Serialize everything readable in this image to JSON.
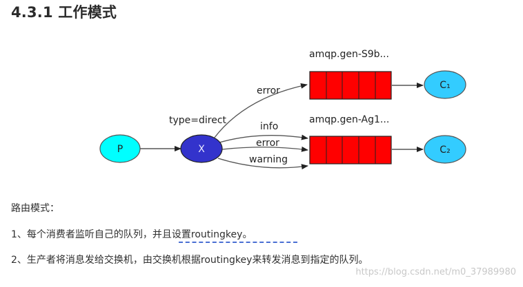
{
  "heading": "4.3.1 工作模式",
  "diagram": {
    "nodes": {
      "producer": "P",
      "exchange": "X",
      "consumer1": "C₁",
      "consumer2": "C₂"
    },
    "exchange_type": "type=direct",
    "queues": {
      "q1": "amqp.gen-S9b...",
      "q2": "amqp.gen-Ag1..."
    },
    "routing_keys": {
      "to_q1": "error",
      "to_q2_a": "info",
      "to_q2_b": "error",
      "to_q2_c": "warning"
    },
    "colors": {
      "producer_fill": "#00ffff",
      "exchange_fill": "#3333cc",
      "consumer_fill": "#33ccff",
      "queue_fill": "#ff0000"
    }
  },
  "paragraphs": {
    "intro": "路由模式：",
    "item1": "1、每个消费者监听自己的队列，并且设置routingkey。",
    "item2": "2、生产者将消息发给交换机，由交换机根据routingkey来转发消息到指定的队列。"
  },
  "watermark": "https://blog.csdn.net/m0_37989980"
}
